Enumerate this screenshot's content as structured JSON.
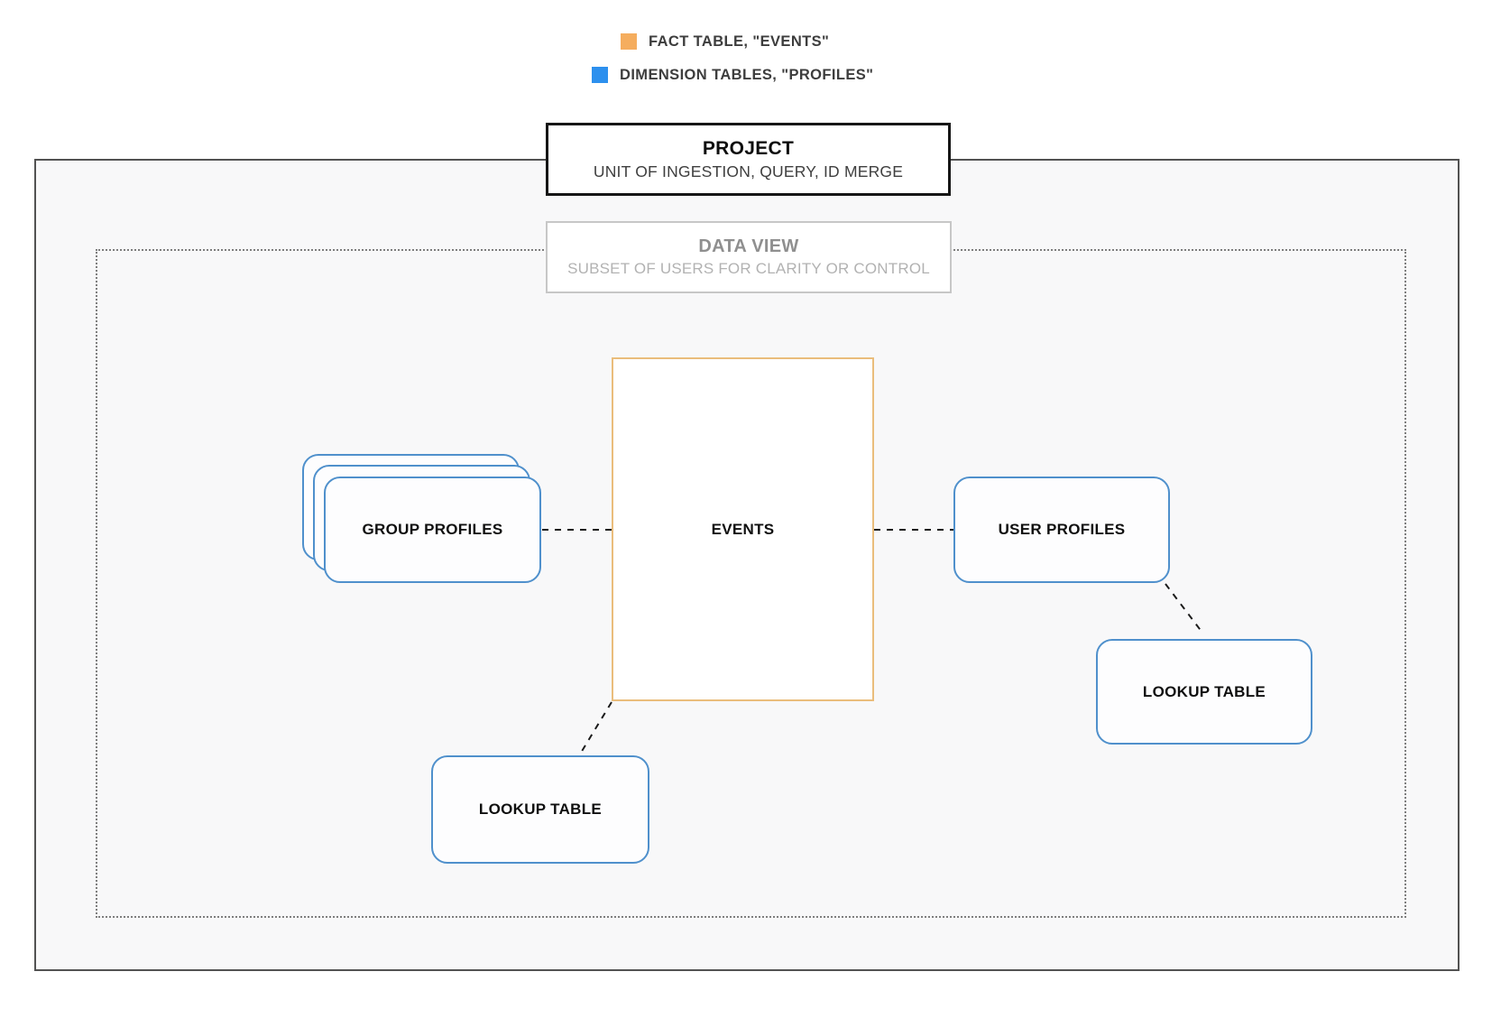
{
  "legend": {
    "items": [
      {
        "icon": "fact-swatch",
        "color": "#F5AD5E",
        "label": "FACT TABLE, \"EVENTS\""
      },
      {
        "icon": "dimension-swatch",
        "color": "#2D90EE",
        "label": "DIMENSION TABLES, \"PROFILES\""
      }
    ]
  },
  "project": {
    "title": "PROJECT",
    "subtitle": "UNIT OF INGESTION, QUERY, ID MERGE"
  },
  "data_view": {
    "title": "DATA VIEW",
    "subtitle": "SUBSET OF USERS FOR CLARITY OR CONTROL"
  },
  "nodes": {
    "events": "EVENTS",
    "group_profiles": "GROUP PROFILES",
    "user_profiles": "USER PROFILES",
    "lookup_table_left": "LOOKUP TABLE",
    "lookup_table_right": "LOOKUP TABLE"
  },
  "colors": {
    "fact_orange": "#F5AD5E",
    "dimension_blue": "#2D90EE",
    "events_border": "#EABD7C",
    "profile_border": "#4F90CC",
    "outer_boundary_border": "#525252",
    "inner_boundary_border": "#7E7E7E",
    "inner_background": "#F8F8F9",
    "connector": "#1B1B1B"
  }
}
